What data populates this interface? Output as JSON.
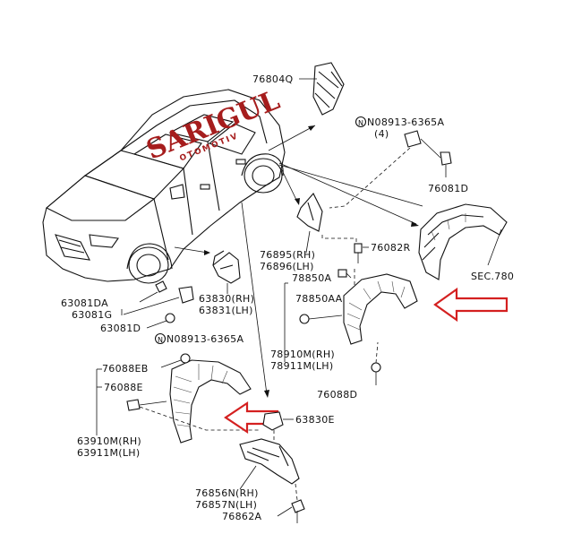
{
  "watermark": {
    "brand": "SARIGUL",
    "sub": "OTOMOTIV",
    "color": "#a61d1d"
  },
  "arrow_color": "#d42020",
  "labels": {
    "p76804Q": "76804Q",
    "n08913_top": "N08913-6365A",
    "n08913_top_qty": "(4)",
    "p76081D": "76081D",
    "p76082R": "76082R",
    "p76895": "76895(RH)",
    "p76896": "76896(LH)",
    "p78850A": "78850A",
    "p78850AA": "78850AA",
    "sec780": "SEC.780",
    "p63081DA": "63081DA",
    "p63081G": "63081G",
    "p63081D": "63081D",
    "n08913_bottom": "N08913-6365A",
    "p63830": "63830(RH)",
    "p63831": "63831(LH)",
    "p78910M": "78910M(RH)",
    "p78911M": "78911M(LH)",
    "p76088EB": "76088EB",
    "p76088E": "76088E",
    "p76088D": "76088D",
    "p63830E": "63830E",
    "p63910M": "63910M(RH)",
    "p63911M": "63911M(LH)",
    "p76856N": "76856N(RH)",
    "p76857N": "76857N(LH)",
    "p76862A": "76862A"
  }
}
